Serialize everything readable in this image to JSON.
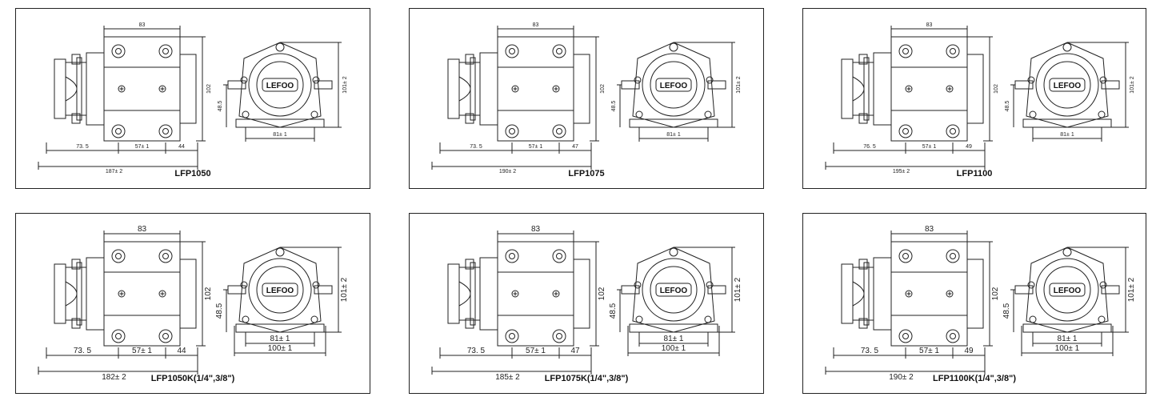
{
  "logo_text": "LEFOO",
  "drawings": [
    {
      "model": "LFP1050",
      "width": "83",
      "height": "102",
      "right_height": "101± 2",
      "left_height": "48.5",
      "seg1": "73. 5",
      "seg2": "57± 1",
      "seg3": "44",
      "total": "187± 2",
      "base1": "81± 1",
      "base2": ""
    },
    {
      "model": "LFP1075",
      "width": "83",
      "height": "102",
      "right_height": "101± 2",
      "left_height": "48.5",
      "seg1": "73. 5",
      "seg2": "57± 1",
      "seg3": "47",
      "total": "190± 2",
      "base1": "81± 1",
      "base2": ""
    },
    {
      "model": "LFP1100",
      "width": "83",
      "height": "102",
      "right_height": "101± 2",
      "left_height": "48.5",
      "seg1": "76. 5",
      "seg2": "57± 1",
      "seg3": "49",
      "total": "195± 2",
      "base1": "81± 1",
      "base2": ""
    },
    {
      "model": "LFP1050K(1/4\",3/8\")",
      "width": "83",
      "height": "102",
      "right_height": "101± 2",
      "left_height": "48.5",
      "seg1": "73. 5",
      "seg2": "57± 1",
      "seg3": "44",
      "total": "182± 2",
      "base1": "81± 1",
      "base2": "100± 1"
    },
    {
      "model": "LFP1075K(1/4\",3/8\")",
      "width": "83",
      "height": "102",
      "right_height": "101± 2",
      "left_height": "48.5",
      "seg1": "73. 5",
      "seg2": "57± 1",
      "seg3": "47",
      "total": "185± 2",
      "base1": "81± 1",
      "base2": "100± 1"
    },
    {
      "model": "LFP1100K(1/4\",3/8\")",
      "width": "83",
      "height": "102",
      "right_height": "101± 2",
      "left_height": "48.5",
      "seg1": "73. 5",
      "seg2": "57± 1",
      "seg3": "49",
      "total": "190± 2",
      "base1": "81± 1",
      "base2": "100± 1"
    }
  ]
}
